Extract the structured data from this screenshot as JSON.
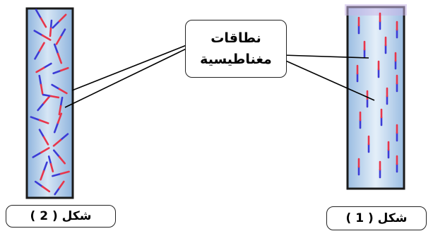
{
  "callout": {
    "line1": "نطاقات",
    "line2": "مغناطيسية"
  },
  "figures": [
    {
      "caption": "شكل ( 2 )",
      "domain_state": "random orientation"
    },
    {
      "caption": "شكل ( 1 )",
      "domain_state": "aligned orientation"
    }
  ],
  "colors": {
    "tube_fill": "#a9c9e8",
    "tube_highlight": "#eaf3fb",
    "tube_border": "#1a1a1a",
    "domain_north": "#e8354a",
    "domain_south": "#3b3bd6",
    "callout_line": "#000000"
  }
}
